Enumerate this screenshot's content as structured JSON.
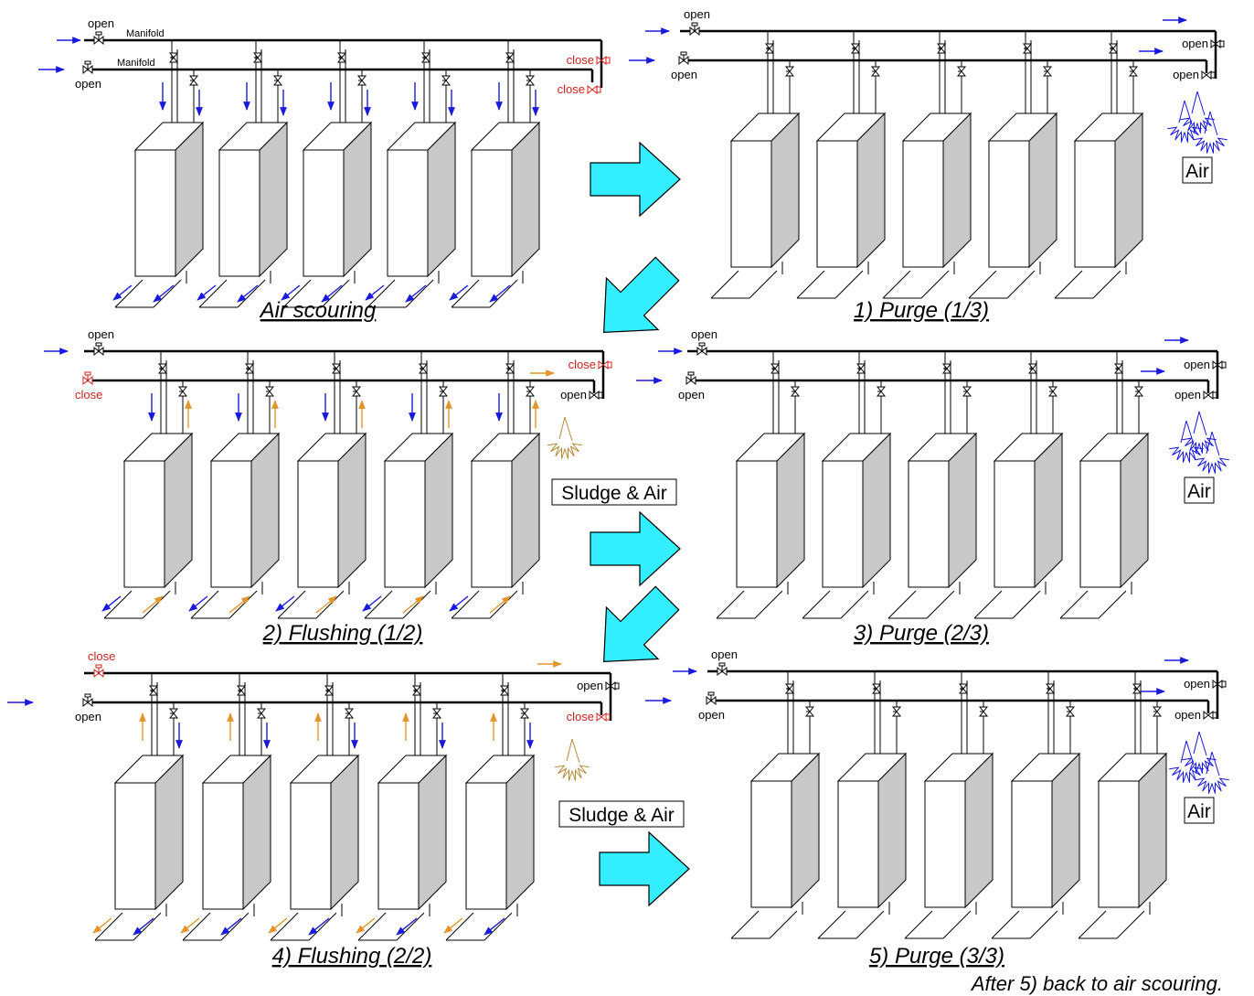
{
  "labels": {
    "open": "open",
    "close": "close",
    "manifold": "Manifold",
    "air": "Air",
    "sludge_air": "Sludge & Air"
  },
  "captions": {
    "air_scouring": "Air scouring",
    "purge_1": "1) Purge (1/3)",
    "flushing_1": "2) Flushing (1/2)",
    "purge_2": "3) Purge (2/3)",
    "flushing_2": "4) Flushing (2/2)",
    "purge_3": "5) Purge (3/3)"
  },
  "footer": "After 5) back to air scouring.",
  "colors": {
    "flow_blue": "#1a1adc",
    "flow_orange": "#e0962a",
    "valve_closed": "#cc2222",
    "process_arrow": "#33eeff",
    "module_shade": "#c8c8c8"
  },
  "panels": [
    {
      "id": "air-scouring",
      "caption": "captions.air_scouring",
      "upper_valve": "open",
      "lower_valve": "open",
      "upper_end": "close",
      "lower_end": "close",
      "discharge": "none",
      "manifold_labels": true,
      "top_flow": "down",
      "bottom_flow": "down",
      "inlet_arrows": "blue",
      "outlet_arrow": "none",
      "bottom_arrows": [
        "blue",
        "blue"
      ]
    },
    {
      "id": "purge-1",
      "caption": "captions.purge_1",
      "upper_valve": "open",
      "lower_valve": "open",
      "upper_end": "open",
      "lower_end": "open",
      "discharge": "air",
      "manifold_labels": false,
      "top_flow": "none",
      "bottom_flow": "none",
      "inlet_arrows": "blue",
      "outlet_arrow": "blue",
      "bottom_arrows": []
    },
    {
      "id": "flushing-1",
      "caption": "captions.flushing_1",
      "upper_valve": "open",
      "lower_valve": "close",
      "upper_end": "close",
      "lower_end": "open",
      "discharge": "sludge",
      "manifold_labels": false,
      "top_flow": "down-blue",
      "bottom_flow": "up-orange",
      "inlet_arrows": "upper-blue",
      "outlet_arrow": "orange-lower",
      "bottom_arrows": [
        "blue",
        "orange"
      ]
    },
    {
      "id": "purge-2",
      "caption": "captions.purge_2",
      "upper_valve": "open",
      "lower_valve": "open",
      "upper_end": "open",
      "lower_end": "open",
      "discharge": "air",
      "manifold_labels": false,
      "top_flow": "none",
      "bottom_flow": "none",
      "inlet_arrows": "blue",
      "outlet_arrow": "blue",
      "bottom_arrows": []
    },
    {
      "id": "flushing-2",
      "caption": "captions.flushing_2",
      "upper_valve": "close",
      "lower_valve": "open",
      "upper_end": "open",
      "lower_end": "close",
      "discharge": "sludge",
      "manifold_labels": false,
      "top_flow": "up-orange",
      "bottom_flow": "down-blue",
      "inlet_arrows": "lower-blue",
      "outlet_arrow": "orange-upper",
      "bottom_arrows": [
        "orange",
        "blue"
      ]
    },
    {
      "id": "purge-3",
      "caption": "captions.purge_3",
      "upper_valve": "open",
      "lower_valve": "open",
      "upper_end": "open",
      "lower_end": "open",
      "discharge": "air",
      "manifold_labels": false,
      "top_flow": "none",
      "bottom_flow": "none",
      "inlet_arrows": "blue",
      "outlet_arrow": "blue",
      "bottom_arrows": []
    }
  ],
  "transitions": [
    {
      "from": "air-scouring",
      "to": "purge-1",
      "direction": "right"
    },
    {
      "from": "purge-1",
      "to": "flushing-1",
      "direction": "down-left"
    },
    {
      "from": "flushing-1",
      "to": "purge-2",
      "direction": "right"
    },
    {
      "from": "purge-2",
      "to": "flushing-2",
      "direction": "down-left"
    },
    {
      "from": "flushing-2",
      "to": "purge-3",
      "direction": "right"
    }
  ]
}
